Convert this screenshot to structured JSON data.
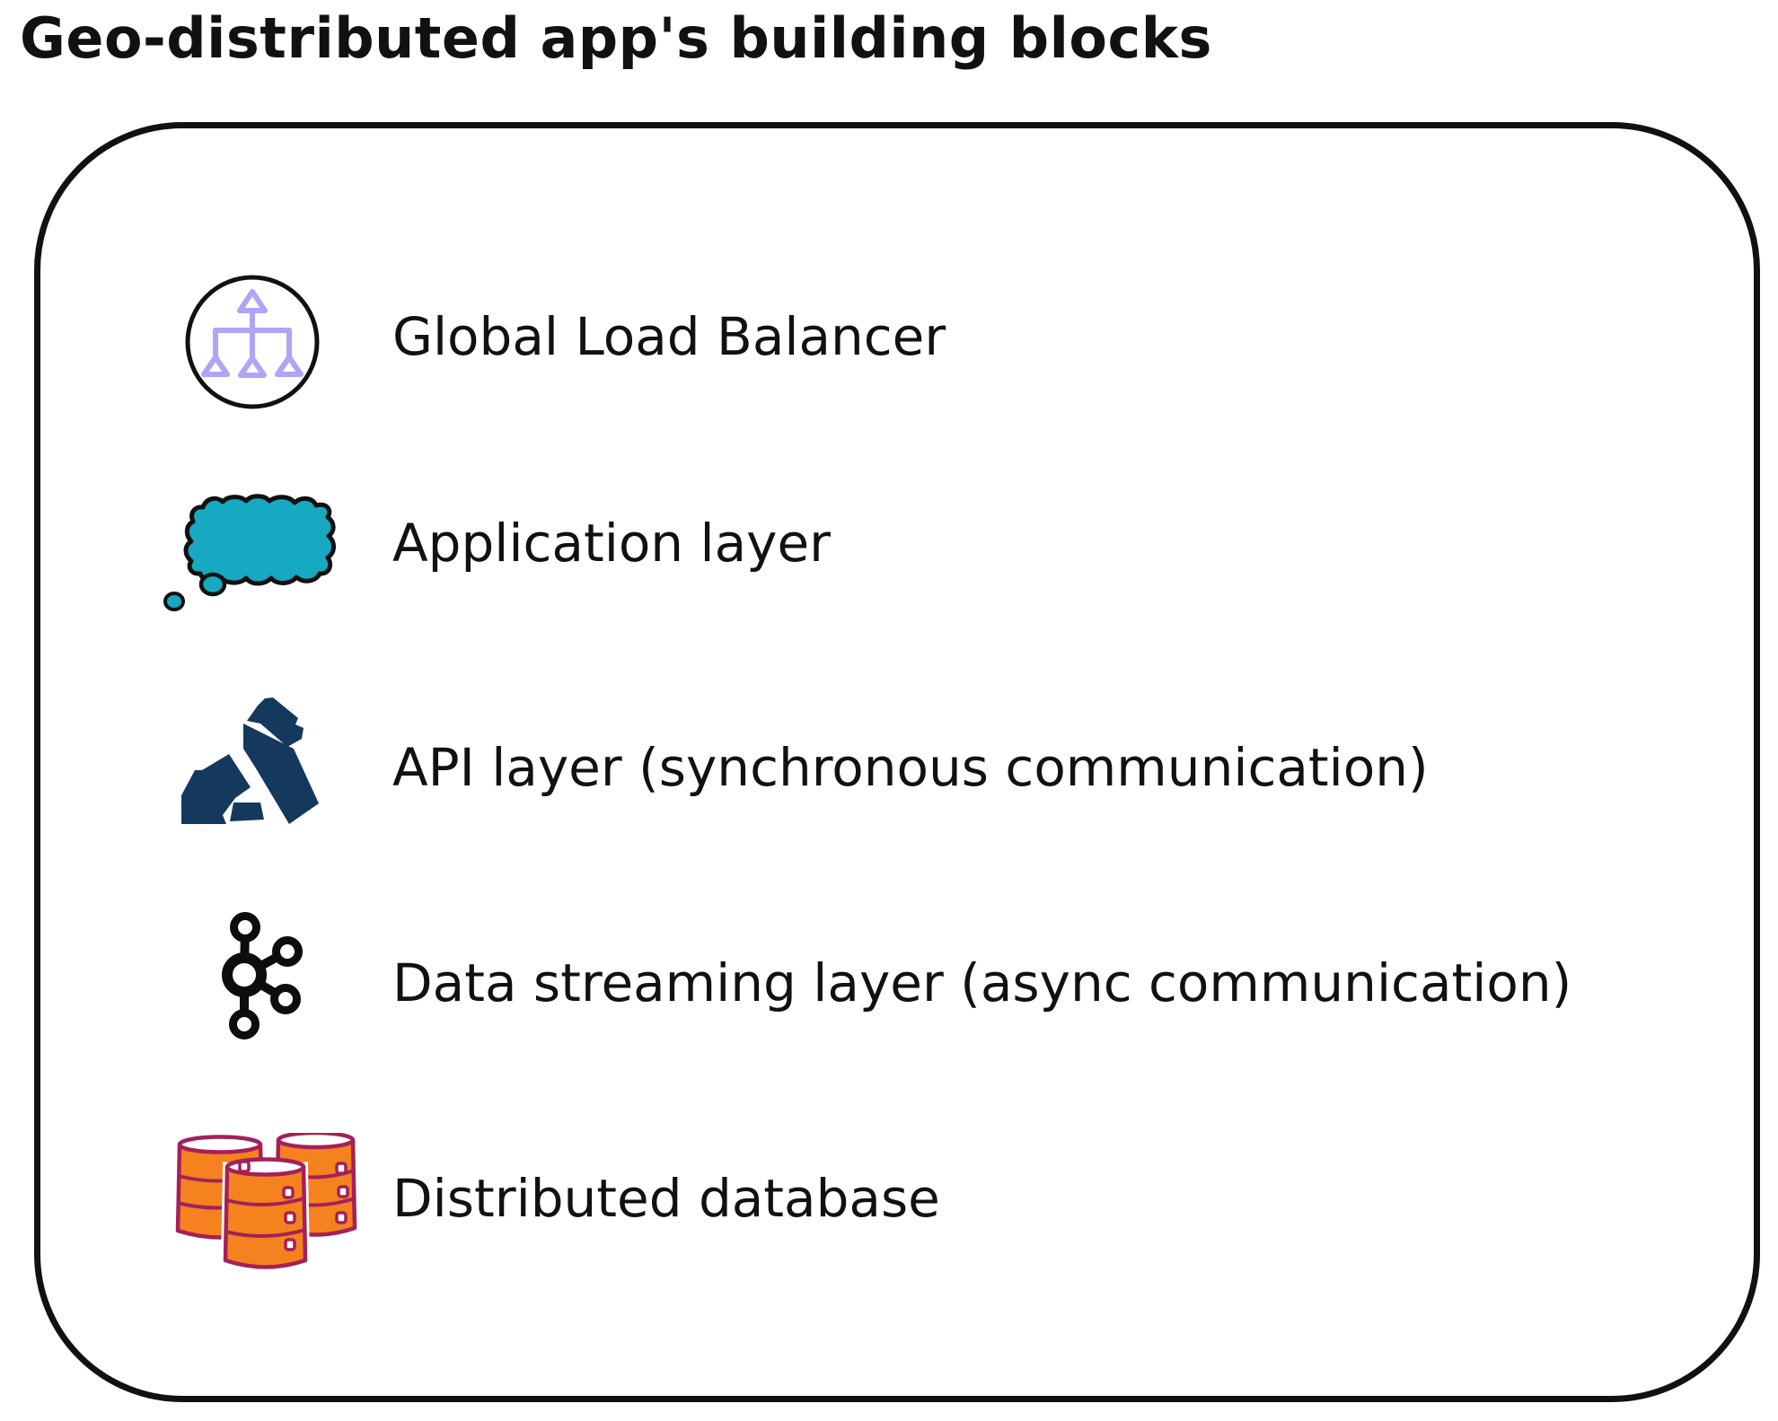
{
  "title": "Geo-distributed app's building blocks",
  "panel": {
    "border_color": "#111111",
    "background": "#ffffff"
  },
  "colors": {
    "text": "#111111",
    "load_balancer_purple": "#b1a3f7",
    "application_teal": "#17a8c2",
    "kong_navy": "#15395c",
    "kafka_black": "#0d0d0d",
    "database_orange": "#f5821e",
    "database_crimson": "#a3215a"
  },
  "rows": [
    {
      "icon": "load-balancer-icon",
      "label": "Global Load Balancer"
    },
    {
      "icon": "application-bubble-icon",
      "label": "Application layer"
    },
    {
      "icon": "kong-gorilla-icon",
      "label": "API layer (synchronous communication)"
    },
    {
      "icon": "kafka-icon",
      "label": "Data streaming layer (async communication)"
    },
    {
      "icon": "database-barrels-icon",
      "label": "Distributed database"
    }
  ]
}
